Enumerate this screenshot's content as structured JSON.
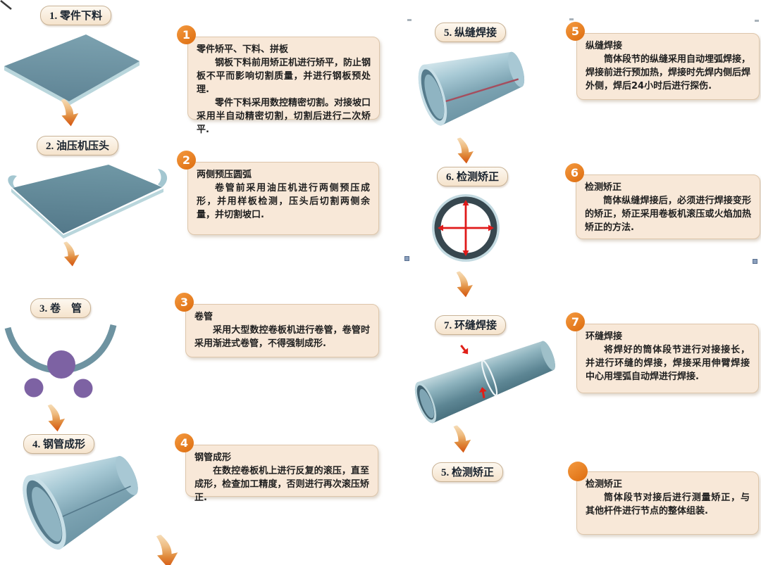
{
  "flow": {
    "left_steps": [
      {
        "label": "1. 零件下料"
      },
      {
        "label": "2. 油压机压头"
      },
      {
        "label": "3. 卷　管"
      },
      {
        "label": "4. 钢管成形"
      }
    ],
    "right_steps": [
      {
        "label": "5. 纵缝焊接"
      },
      {
        "label": "6. 检测矫正"
      },
      {
        "label": "7. 环缝焊接"
      },
      {
        "label": "5. 检测矫正"
      }
    ]
  },
  "notes": [
    {
      "number": "1",
      "title": "零件矫平、下料、拼板",
      "paragraphs": [
        "钢板下料前用矫正机进行矫平，防止钢板不平而影响切割质量，并进行钢板预处理.",
        "零件下料采用数控精密切割。对接坡口采用半自动精密切割，切割后进行二次矫平."
      ]
    },
    {
      "number": "2",
      "title": "两侧预压圆弧",
      "paragraphs": [
        "卷管前采用油压机进行两侧预压成形，并用样板检测，压头后切割两侧余量，并切割坡口."
      ]
    },
    {
      "number": "3",
      "title": "卷管",
      "paragraphs": [
        "采用大型数控卷板机进行卷管，卷管时采用渐进式卷管，不得强制成形."
      ]
    },
    {
      "number": "4",
      "title": "钢管成形",
      "paragraphs": [
        "在数控卷板机上进行反复的滚压，直至成形，检查加工精度，否则进行再次滚压矫正."
      ]
    },
    {
      "number": "5",
      "title": "纵缝焊接",
      "paragraphs": [
        "筒体段节的纵缝采用自动埋弧焊接，焊接前进行预加热，焊接时先焊内侧后焊外侧，焊后24小时后进行探伤."
      ]
    },
    {
      "number": "6",
      "title": "检测矫正",
      "paragraphs": [
        "筒体纵缝焊接后，必须进行焊接变形的矫正，矫正采用卷板机滚压或火焰加热矫正的方法."
      ]
    },
    {
      "number": "7",
      "title": "环缝焊接",
      "paragraphs": [
        "将焊好的筒体段节进行对接接长，并进行环缝的焊接，焊接采用伸臂焊接中心用埋弧自动焊进行焊接."
      ]
    },
    {
      "number": "",
      "title": "检测矫正",
      "paragraphs": [
        "筒体段节对接后进行测量矫正，与其他杆件进行节点的整体组装."
      ]
    }
  ],
  "theme": {
    "badge_orange": "#e2761b",
    "note_bg": "#f8e8d8",
    "pill_bg": "#fbf0e1",
    "pill_border": "#c8b295",
    "steel_blue": "#6d95a5",
    "roller_purple": "#7d62a3",
    "weld_red": "#e01a1a",
    "arrow_orange": "#d4520e"
  }
}
